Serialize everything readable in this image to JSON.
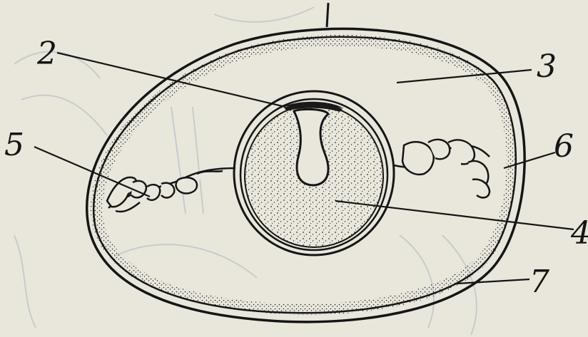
{
  "diagram": {
    "labels": {
      "l2": "2",
      "l3": "3",
      "l4": "4",
      "l5": "5",
      "l6": "6",
      "l7": "7"
    },
    "colors": {
      "paper": "#e9e7dc",
      "ink": "#151515",
      "stipple": "#2a2a2a",
      "faint_background_drawing": "#b9c0c8"
    }
  }
}
